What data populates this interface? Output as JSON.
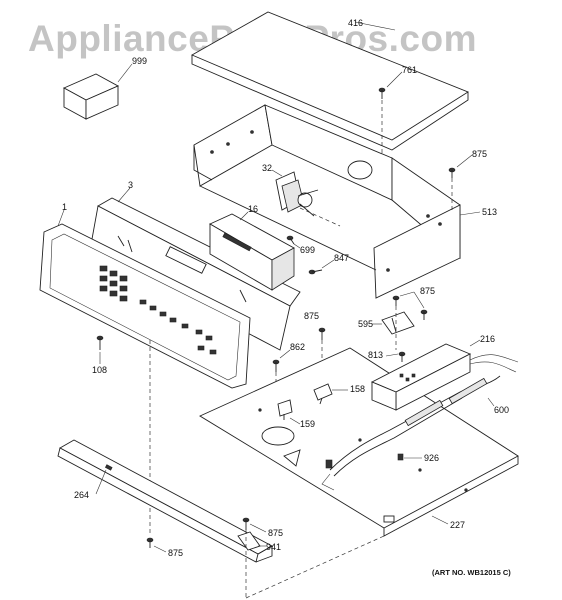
{
  "watermark": "AppliancePartsPros.com",
  "art_no": "(ART NO. WB12015 C)",
  "parts": [
    {
      "id": "p999",
      "label": "999"
    },
    {
      "id": "p416",
      "label": "416"
    },
    {
      "id": "p761",
      "label": "761"
    },
    {
      "id": "p875a",
      "label": "875"
    },
    {
      "id": "p32",
      "label": "32"
    },
    {
      "id": "p3",
      "label": "3"
    },
    {
      "id": "p1",
      "label": "1"
    },
    {
      "id": "p16",
      "label": "16"
    },
    {
      "id": "p513",
      "label": "513"
    },
    {
      "id": "p699",
      "label": "699"
    },
    {
      "id": "p847",
      "label": "847"
    },
    {
      "id": "p875b",
      "label": "875"
    },
    {
      "id": "p875c",
      "label": "875"
    },
    {
      "id": "p595",
      "label": "595"
    },
    {
      "id": "p216",
      "label": "216"
    },
    {
      "id": "p862",
      "label": "862"
    },
    {
      "id": "p813",
      "label": "813"
    },
    {
      "id": "p108",
      "label": "108"
    },
    {
      "id": "p158",
      "label": "158"
    },
    {
      "id": "p600",
      "label": "600"
    },
    {
      "id": "p159",
      "label": "159"
    },
    {
      "id": "p926",
      "label": "926"
    },
    {
      "id": "p264",
      "label": "264"
    },
    {
      "id": "p875d",
      "label": "875"
    },
    {
      "id": "p941",
      "label": "941"
    },
    {
      "id": "p227",
      "label": "227"
    },
    {
      "id": "p875e",
      "label": "875"
    }
  ]
}
